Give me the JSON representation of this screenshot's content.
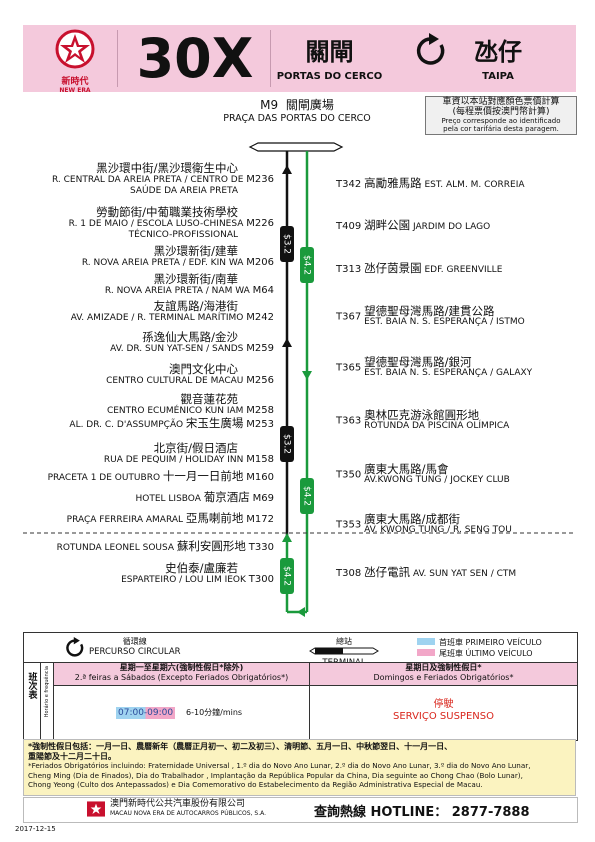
{
  "header": {
    "route": "30X",
    "from_zh": "關閘",
    "from_pt": "PORTAS DO CERCO",
    "to_zh": "氹仔",
    "to_pt": "TAIPA",
    "logo_zh": "新時代",
    "logo_en": "NEW ERA"
  },
  "fare_note": {
    "line1": "車資以本站對應顏色票價計算",
    "line2": "(每程票價按澳門幣計算)",
    "line3": "Preço corresponde ao identificado",
    "line4": "pela cor tarifária desta paragem."
  },
  "terminal": {
    "code": "M9",
    "zh": "關閘廣場",
    "pt": "PRAÇA DAS PORTAS DO CERCO"
  },
  "fares": {
    "black1": "$3.2",
    "black2": "$3.2",
    "green1": "$4.2",
    "green2": "$4.2",
    "green3": "$4.2"
  },
  "left_stops": [
    {
      "zh": "黑沙環中街/黑沙環衛生中心",
      "pt": "R. CENTRAL DA AREIA PRETA / CENTRO DE",
      "pt2": "SAÚDE DA AREIA PRETA",
      "code": "M236"
    },
    {
      "zh": "勞動節街/中葡職業技術學校",
      "pt": "R. 1 DE MAIO / ESCOLA LUSO-CHINESA",
      "pt2": "TÉCNICO-PROFISSIONAL",
      "code": "M226"
    },
    {
      "zh": "黑沙環新街/建華",
      "pt": "R. NOVA AREIA PRETA / EDF. KIN WA",
      "pt2": "",
      "code": "M206"
    },
    {
      "zh": "黑沙環新街/南華",
      "pt": "R. NOVA AREIA PRETA / NAM WA",
      "pt2": "",
      "code": "M64"
    },
    {
      "zh": "友誼馬路/海港街",
      "pt": "AV. AMIZADE / R. TERMINAL MARÍTIMO",
      "pt2": "",
      "code": "M242"
    },
    {
      "zh": "孫逸仙大馬路/金沙",
      "pt": "AV. DR. SUN YAT-SEN / SANDS",
      "pt2": "",
      "code": "M259"
    },
    {
      "zh": "澳門文化中心",
      "pt": "CENTRO CULTURAL DE MACAU",
      "pt2": "",
      "code": "M256"
    },
    {
      "zh": "觀音蓮花苑",
      "pt": "CENTRO ECUMÉNICO KUN IAM",
      "pt2": "",
      "code": "M258"
    },
    {
      "zh": "宋玉生廣場",
      "pt": "AL. DR. C. D'ASSUMPÇÃO",
      "pt2": "",
      "code": "M253"
    },
    {
      "zh": "北京街/假日酒店",
      "pt": "RUA DE PEQUIM / HOLIDAY INN",
      "pt2": "",
      "code": "M158"
    },
    {
      "zh": "十一月一日前地",
      "pt": "PRACETA 1 DE OUTUBRO",
      "pt2": "",
      "code": "M160"
    },
    {
      "zh": "葡京酒店",
      "pt": "HOTEL LISBOA",
      "pt2": "",
      "code": "M69"
    },
    {
      "zh": "亞馬喇前地",
      "pt": "PRAÇA FERREIRA AMARAL",
      "pt2": "",
      "code": "M172"
    },
    {
      "zh": "蘇利安圓形地",
      "pt": "ROTUNDA LEONEL SOUSA",
      "pt2": "",
      "code": "T330"
    },
    {
      "zh": "史伯泰/盧廉若",
      "pt": "ESPARTEIRO / LOU LIM IEOK",
      "pt2": "",
      "code": "T300"
    }
  ],
  "right_stops": [
    {
      "code": "T342",
      "zh": "高勵雅馬路",
      "pt": "EST. ALM. M. CORREIA"
    },
    {
      "code": "T409",
      "zh": "湖畔公園",
      "pt": "JARDIM DO LAGO"
    },
    {
      "code": "T313",
      "zh": "氹仔茵景園",
      "pt": "EDF. GREENVILLE"
    },
    {
      "code": "T367",
      "zh": "望德聖母灣馬路/建貫公路",
      "pt": "EST. BAIA N. S. ESPERANÇA / ISTMO"
    },
    {
      "code": "T365",
      "zh": "望德聖母灣馬路/銀河",
      "pt": "EST. BAIA N. S. ESPERANÇA / GALAXY"
    },
    {
      "code": "T363",
      "zh": "奧林匹克游泳館圓形地",
      "pt": "ROTUNDA DA PISCINA OLÍMPICA"
    },
    {
      "code": "T350",
      "zh": "廣東大馬路/馬會",
      "pt": "AV.KWONG TUNG / JOCKEY CLUB"
    },
    {
      "code": "T353",
      "zh": "廣東大馬路/成都街",
      "pt": "AV. KWONG TUNG / R. SENG TOU"
    },
    {
      "code": "T308",
      "zh": "氹仔電訊",
      "pt": "AV. SUN YAT SEN / CTM"
    }
  ],
  "legend": {
    "circular_zh": "循環線",
    "circular_pt": "PERCURSO CIRCULAR",
    "terminal_zh": "總站",
    "terminal_pt": "TERMINAL",
    "first_zh": "首班車",
    "first_pt": "PRIMEIRO VEÍCULO",
    "last_zh": "尾班車",
    "last_pt": "ÚLTIMO VEÍCULO",
    "first_color": "#9fd3f0",
    "last_color": "#f2a7c8"
  },
  "schedule": {
    "side_zh": "班次表",
    "side_pt": "Horário e frequência",
    "wd_zh": "星期一至星期六(強制性假日*除外)",
    "wd_pt": "2.ª feiras a Sábados (Excepto Feriados Obrigatórios*)",
    "we_zh": "星期日及強制性假日*",
    "we_pt": "Domingos e Feriados Obrigatórios*",
    "time": "07:00-09:00",
    "freq": "6-10分鐘/mins",
    "susp_zh": "停駛",
    "susp_pt": "SERVIÇO SUSPENSO"
  },
  "notes": {
    "zh1": "*強制性假日包括：一月一日、農曆新年（農曆正月初一、初二及初三）、清明節、五月一日、中秋節翌日、十一月一日、",
    "zh2": "重陽節及十二月二十日。",
    "pt1": "*Feriados Obrigatórios incluindo: Fraternidade Universal , 1.º dia do Novo Ano Lunar, 2.º dia do Novo Ano Lunar, 3.º dia do Novo Ano Lunar,",
    "pt2": "Cheng Ming (Dia de Finados), Dia do Trabalhador , Implantação da República Popular da China, Dia seguinte ao Chong Chao (Bolo Lunar),",
    "pt3": "Chong Yeong (Culto dos Antepassados) e Dia Comemorativo do Estabelecimento da Região Administrativa Especial de Macau."
  },
  "footer": {
    "company_zh": "澳門新時代公共汽車股份有限公司",
    "company_pt": "MACAU NOVA ERA DE AUTOCARROS PÚBLICOS, S.A.",
    "hotline_zh": "查詢熱線",
    "hotline_label": "HOTLINE：",
    "hotline": "2877-7888",
    "date": "2017-12-15"
  },
  "colors": {
    "green": "#1a9a3c",
    "black": "#111111",
    "pink": "#f4c9dc",
    "red": "#d9261c"
  }
}
